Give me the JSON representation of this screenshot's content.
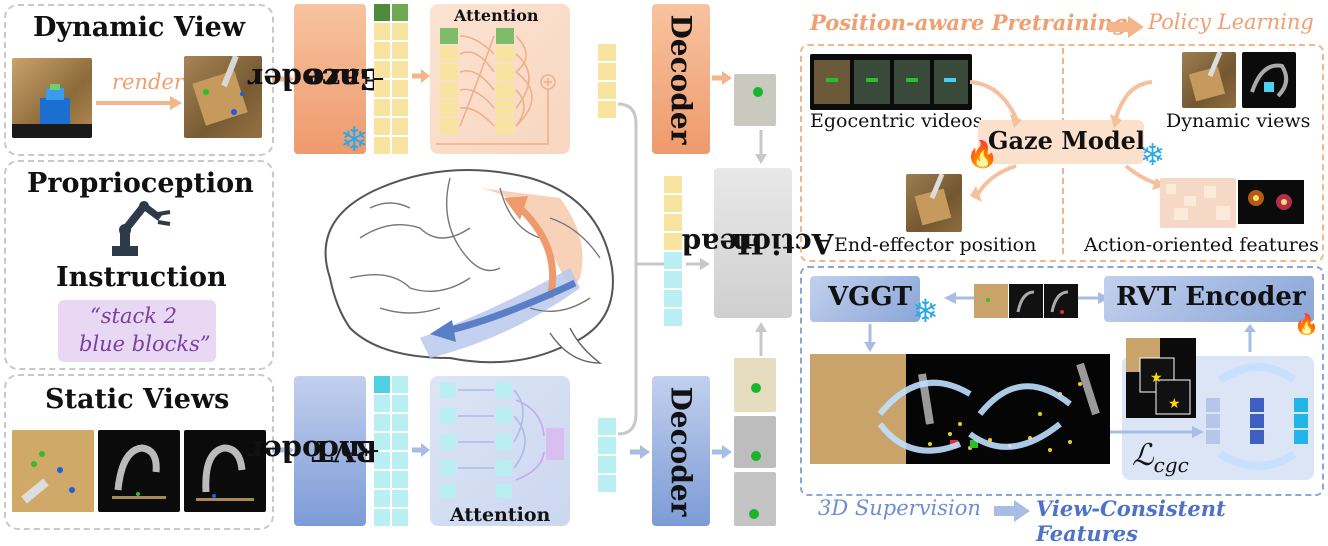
{
  "left": {
    "dynamic_view": {
      "title": "Dynamic View",
      "arrow_label": "render"
    },
    "proprioception": {
      "title": "Proprioception"
    },
    "instruction": {
      "title": "Instruction",
      "text_line1": "“stack 2",
      "text_line2": "blue blocks”"
    },
    "static_views": {
      "title": "Static Views"
    }
  },
  "middle": {
    "gaze_encoder": {
      "line1": "Gaze",
      "line2": "Encoder"
    },
    "rvt_encoder": {
      "line1": "RVT",
      "line2": "Encoder"
    },
    "attention_top": "Attention",
    "attention_bottom": "Attention",
    "decoder_top": "Decoder",
    "decoder_bottom": "Decoder",
    "action_head": {
      "line1": "Action",
      "line2": "Head"
    }
  },
  "right_top": {
    "title_left": "Position-aware Pretraining",
    "title_right": "Policy Learning",
    "gaze_model": "Gaze Model",
    "egocentric_videos": "Egocentric videos",
    "dynamic_views": "Dynamic views",
    "end_effector": "End-effector position",
    "action_features": "Action-oriented features"
  },
  "right_bottom": {
    "vggt": "VGGT",
    "rvt_encoder": "RVT Encoder",
    "loss": "ℒ",
    "loss_sub": "cgc",
    "caption_left": "3D Supervision",
    "caption_right": "View-Consistent Features"
  },
  "colors": {
    "orange": "#f3a97a",
    "orange_dark": "#e5895a",
    "blue": "#8aa6d8",
    "blue_dark": "#5b7fc6",
    "yellow": "#f9e3a0",
    "cyan": "#b9eef3",
    "green": "#5aa05a",
    "purple_bg": "#e8d8f4",
    "purple_text": "#7a3fa0"
  }
}
